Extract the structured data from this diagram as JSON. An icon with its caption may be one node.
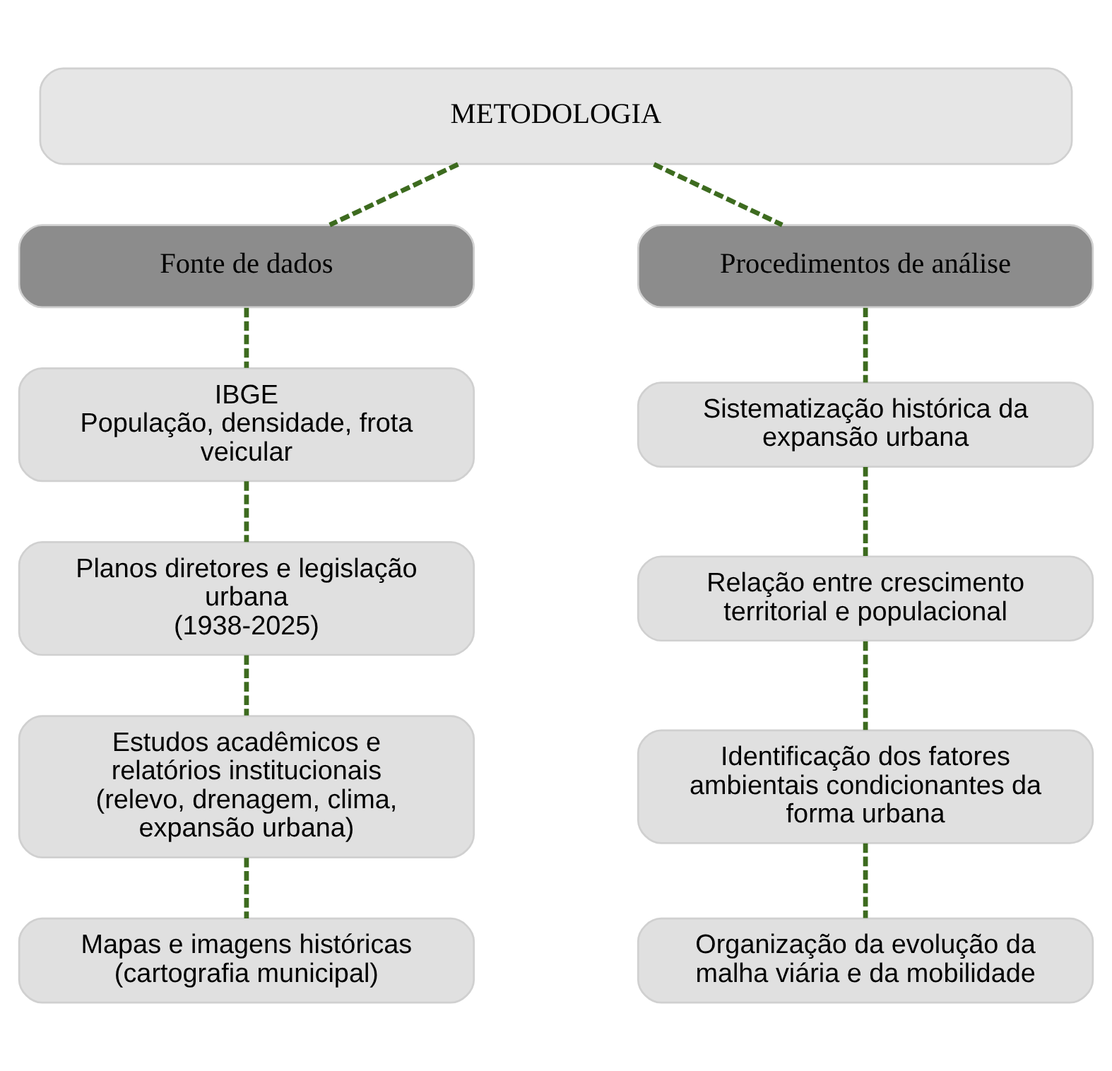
{
  "diagram": {
    "nodes": [
      {
        "text": [
          "METODOLOGIA"
        ]
      },
      {
        "text": [
          "Fonte de dados"
        ]
      },
      {
        "text": [
          "Procedimentos de análise"
        ]
      },
      {
        "text": [
          "IBGE",
          "População, densidade, frota veicular"
        ]
      },
      {
        "text": [
          "Planos diretores e legislação urbana",
          "(1938-2025)"
        ]
      },
      {
        "text": [
          "Estudos acadêmicos e relatórios institucionais",
          "(relevo, drenagem, clima, expansão urbana)"
        ]
      },
      {
        "text": [
          "Mapas e imagens históricas",
          "(cartografia municipal)"
        ]
      },
      {
        "text": [
          "Sistematização histórica da expansão urbana"
        ]
      },
      {
        "text": [
          "Relação entre crescimento territorial e populacional"
        ]
      },
      {
        "text": [
          "Identificação dos fatores ambientais condicionantes da forma urbana"
        ]
      },
      {
        "text": [
          "Organização da evolução da malha viária e da mobilidade"
        ]
      }
    ],
    "edges": [
      {
        "from": 0,
        "to": 1,
        "arrow": "none",
        "style": "dashed"
      },
      {
        "from": 0,
        "to": 2,
        "arrow": "none",
        "style": "dashed"
      },
      {
        "from": 1,
        "to": 3,
        "arrow": "none",
        "style": "dashed"
      },
      {
        "from": 3,
        "to": 4,
        "arrow": "none",
        "style": "dashed"
      },
      {
        "from": 4,
        "to": 5,
        "arrow": "none",
        "style": "dashed"
      },
      {
        "from": 5,
        "to": 6,
        "arrow": "none",
        "style": "dashed"
      },
      {
        "from": 2,
        "to": 7,
        "arrow": "none",
        "style": "dashed"
      },
      {
        "from": 7,
        "to": 8,
        "arrow": "none",
        "style": "dashed"
      },
      {
        "from": 8,
        "to": 9,
        "arrow": "none",
        "style": "dashed"
      },
      {
        "from": 9,
        "to": 10,
        "arrow": "none",
        "style": "dashed"
      }
    ]
  }
}
